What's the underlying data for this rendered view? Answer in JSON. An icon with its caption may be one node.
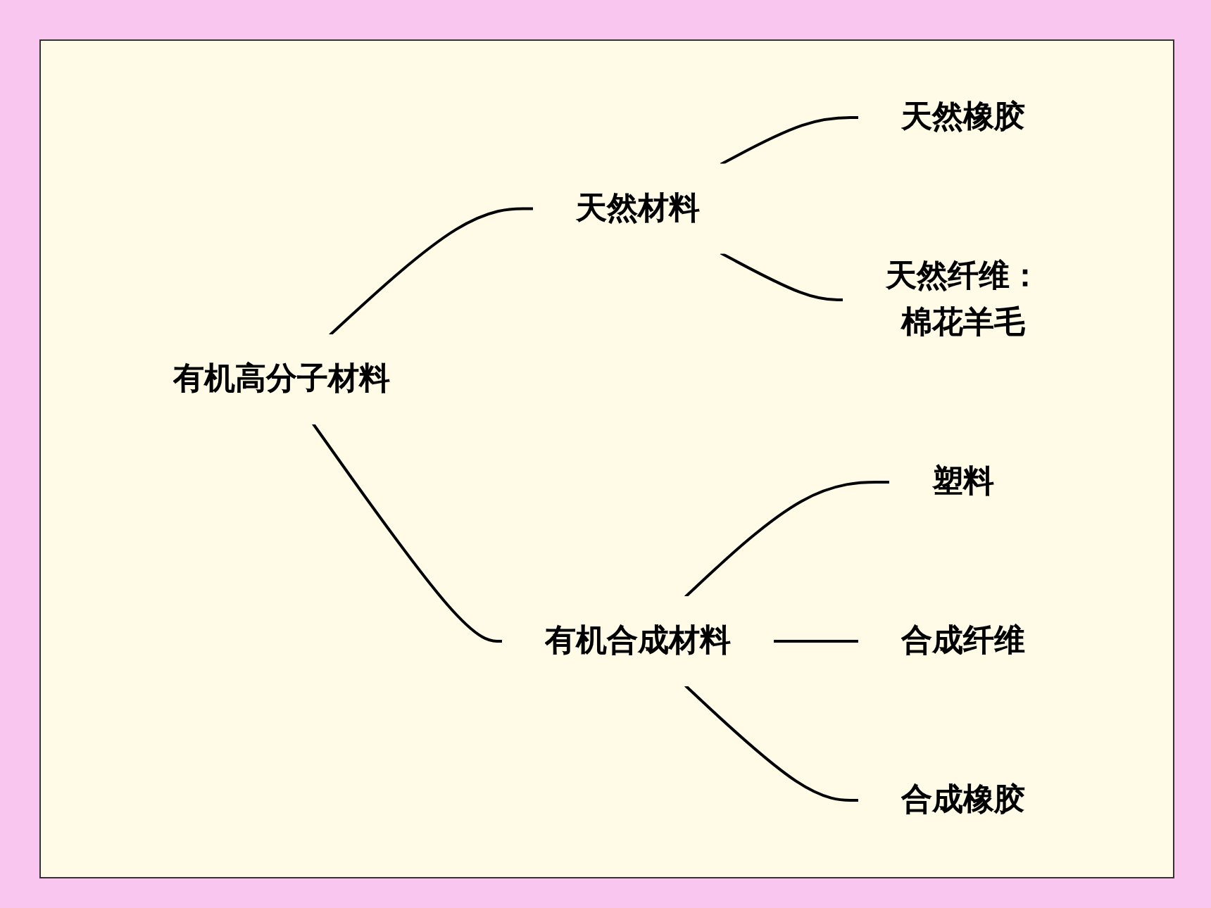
{
  "diagram": {
    "nodes": [
      {
        "text": [
          "有机高分子材料"
        ]
      },
      {
        "text": [
          "天然材料"
        ]
      },
      {
        "text": [
          "天然橡胶"
        ]
      },
      {
        "text": [
          "天然纤维：",
          "棉花羊毛"
        ]
      },
      {
        "text": [
          "有机合成材料"
        ]
      },
      {
        "text": [
          "塑料"
        ]
      },
      {
        "text": [
          "合成纤维"
        ]
      },
      {
        "text": [
          "合成橡胶"
        ]
      }
    ],
    "edges": [
      {
        "from": 0,
        "to": 1,
        "arrow": "none"
      },
      {
        "from": 0,
        "to": 4,
        "arrow": "none"
      },
      {
        "from": 1,
        "to": 2,
        "arrow": "none"
      },
      {
        "from": 1,
        "to": 3,
        "arrow": "none"
      },
      {
        "from": 4,
        "to": 5,
        "arrow": "none"
      },
      {
        "from": 4,
        "to": 6,
        "arrow": "none"
      },
      {
        "from": 4,
        "to": 7,
        "arrow": "none"
      }
    ]
  }
}
